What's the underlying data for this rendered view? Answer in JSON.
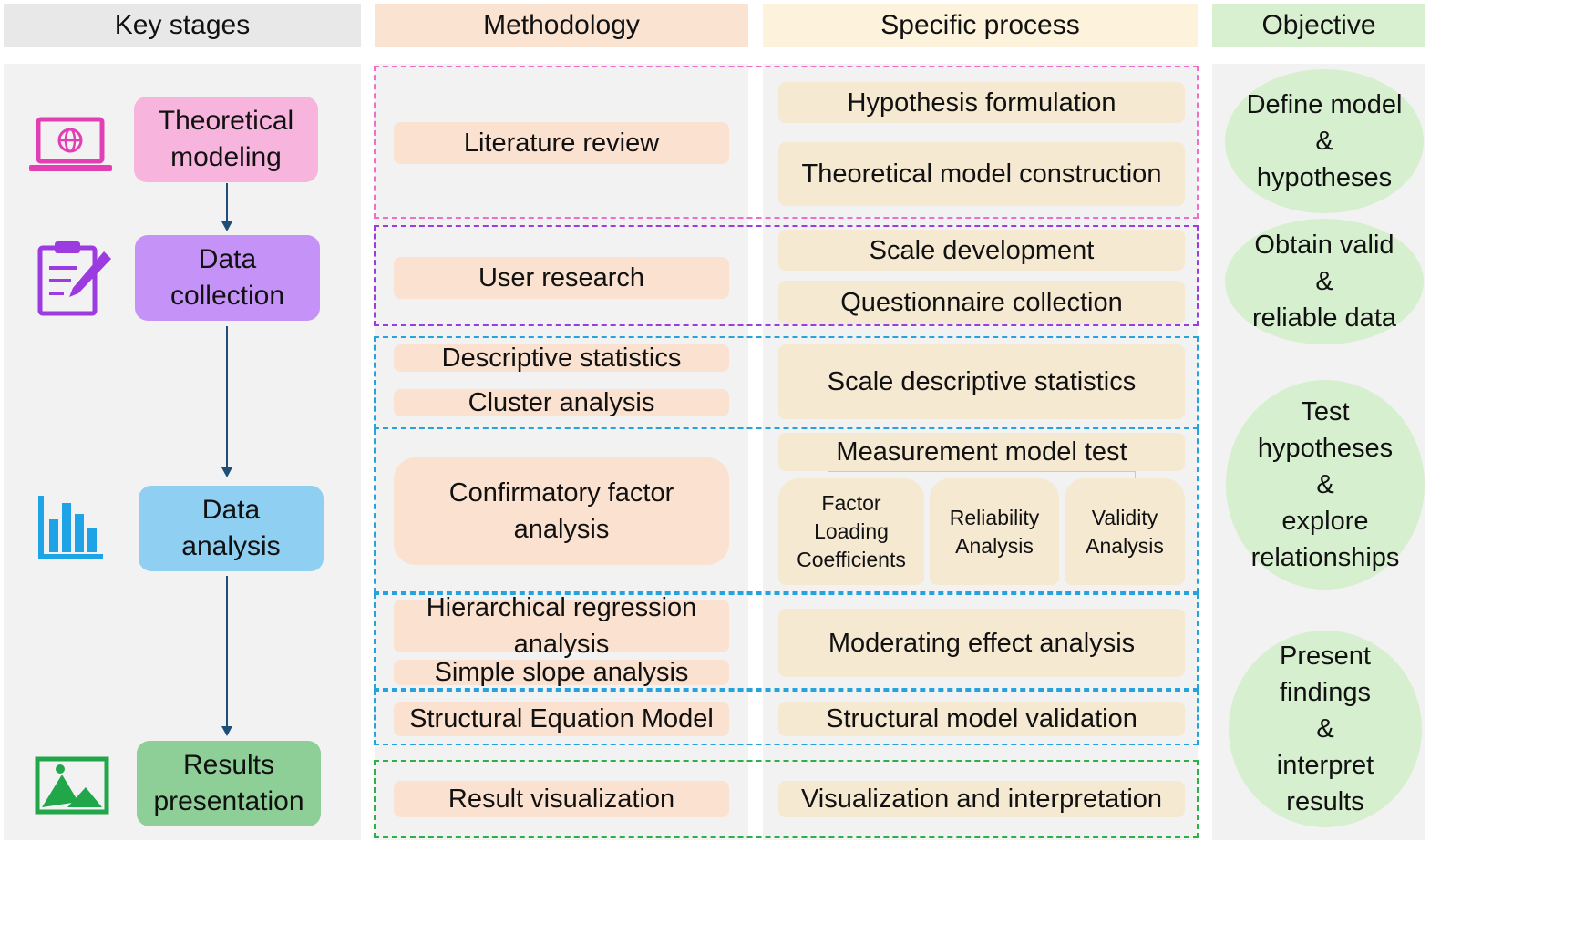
{
  "headers": {
    "key_stages": "Key stages",
    "methodology": "Methodology",
    "specific_process": "Specific process",
    "objective": "Objective"
  },
  "stages": {
    "theoretical": "Theoretical\nmodeling",
    "data_collection": "Data\ncollection",
    "data_analysis": "Data\nanalysis",
    "results": "Results\npresentation"
  },
  "methodology": {
    "literature_review": "Literature review",
    "user_research": "User research",
    "descriptive_statistics": "Descriptive statistics",
    "cluster_analysis": "Cluster analysis",
    "cfa": "Confirmatory factor\nanalysis",
    "hierarchical_regression": "Hierarchical regression\nanalysis",
    "simple_slope": "Simple slope analysis",
    "sem": "Structural Equation Model",
    "result_visualization": "Result visualization"
  },
  "process": {
    "hypothesis_formulation": "Hypothesis formulation",
    "theoretical_model_construction": "Theoretical model construction",
    "scale_development": "Scale development",
    "questionnaire_collection": "Questionnaire collection",
    "scale_descriptive_statistics": "Scale descriptive statistics",
    "measurement_model_test": "Measurement model test",
    "factor_loading": "Factor\nLoading\nCoefficients",
    "reliability": "Reliability\nAnalysis",
    "validity": "Validity\nAnalysis",
    "moderating_effect": "Moderating effect analysis",
    "structural_model_validation": "Structural model validation",
    "visualization_interpretation": "Visualization and interpretation"
  },
  "objectives": {
    "define_model": "Define model\n&\nhypotheses",
    "obtain_data": "Obtain valid\n&\nreliable data",
    "test_hypotheses": "Test\nhypotheses\n&\nexplore\nrelationships",
    "present_findings": "Present\nfindings\n&\ninterpret\nresults"
  },
  "colors": {
    "pink": "#f7b4dc",
    "purple": "#c592f7",
    "blue": "#8fd0f2",
    "green": "#8ecf97",
    "dash_pink": "#f06ec8",
    "dash_purple": "#9b3be0",
    "dash_blue": "#27a3dc",
    "dash_green": "#2bb04a",
    "arrow": "#1f4e79"
  },
  "icons": [
    "laptop-globe-icon",
    "clipboard-pencil-icon",
    "bar-chart-icon",
    "picture-icon"
  ]
}
